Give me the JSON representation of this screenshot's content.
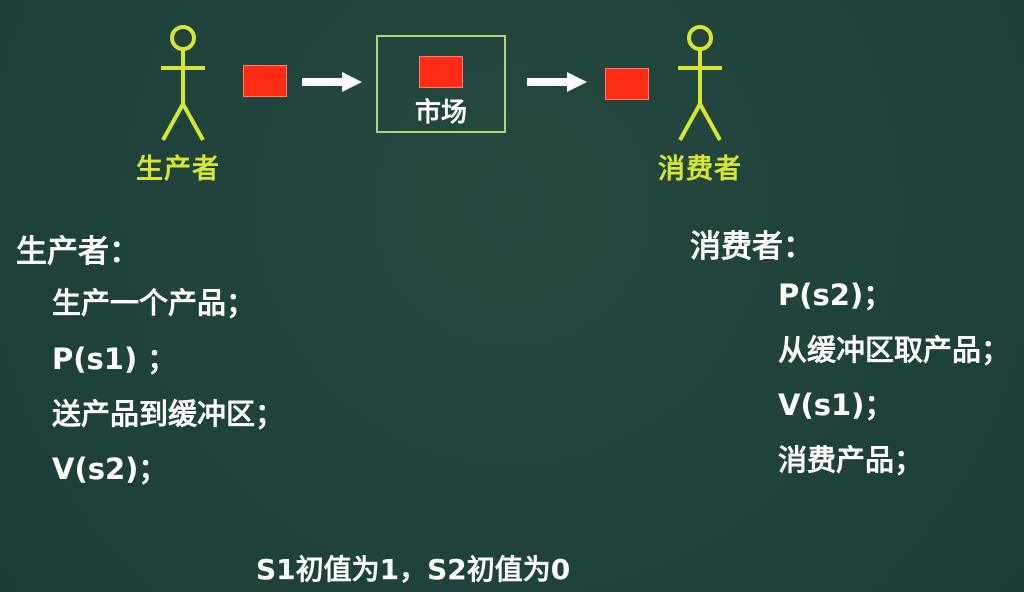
{
  "diagram": {
    "producer_label": "生产者",
    "market_label": "市场",
    "consumer_label": "消费者",
    "colors": {
      "background": "#1f433c",
      "actor": "#d7e62f",
      "product": "#ff2b14",
      "arrow": "#ffffff",
      "market_border": "#b9d07a"
    },
    "icons": {
      "actor": "stick-figure-icon",
      "product": "product-square-icon",
      "flow": "right-arrow-icon"
    }
  },
  "producer_code": {
    "title": "生产者：",
    "lines": [
      "生产一个产品；",
      "P(s1) ；",
      "送产品到缓冲区；",
      "V(s2)；"
    ]
  },
  "consumer_code": {
    "title": "消费者：",
    "lines": [
      "P(s2)；",
      "从缓冲区取产品；",
      "V(s1)；",
      "消费产品；"
    ]
  },
  "footer": {
    "initial_values": "S1初值为1，S2初值为0"
  }
}
